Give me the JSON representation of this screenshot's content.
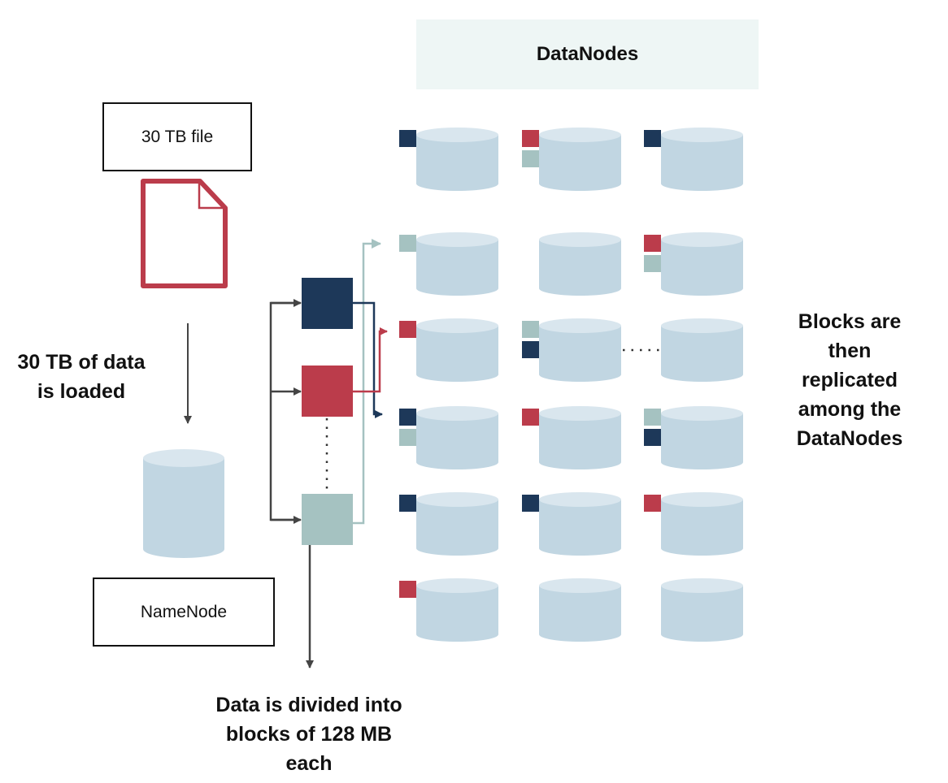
{
  "file_box": {
    "label": "30 TB file"
  },
  "namenode_box": {
    "label": "NameNode"
  },
  "datanodes_banner": {
    "label": "DataNodes"
  },
  "load_caption": {
    "line1": "30 TB of data",
    "line2": "is loaded"
  },
  "divide_caption": {
    "line1": "Data is divided into",
    "line2": "blocks of 128 MB",
    "line3": "each"
  },
  "replicate_caption": {
    "line1": "Blocks are",
    "line2": "then",
    "line3": "replicated",
    "line4": "among the",
    "line5": "DataNodes"
  },
  "colors": {
    "dark": "#1d3859",
    "red": "#bb3c4b",
    "teal": "#a5c2c1",
    "cylinder_body": "#c1d6e2",
    "cylinder_top": "#d9e6ee",
    "file": "#bb3c4b",
    "banner": "#eef6f5"
  },
  "datanode_grid": [
    [
      [
        "dark"
      ],
      [
        "red",
        "teal"
      ],
      [
        "dark"
      ]
    ],
    [
      [
        "teal"
      ],
      [],
      [
        "red",
        "teal"
      ]
    ],
    [
      [
        "red"
      ],
      [
        "teal",
        "dark"
      ],
      []
    ],
    [
      [
        "dark",
        "teal"
      ],
      [
        "red"
      ],
      [
        "teal",
        "dark"
      ]
    ],
    [
      [
        "dark"
      ],
      [
        "dark"
      ],
      [
        "red"
      ]
    ],
    [
      [
        "red"
      ],
      [],
      []
    ]
  ]
}
